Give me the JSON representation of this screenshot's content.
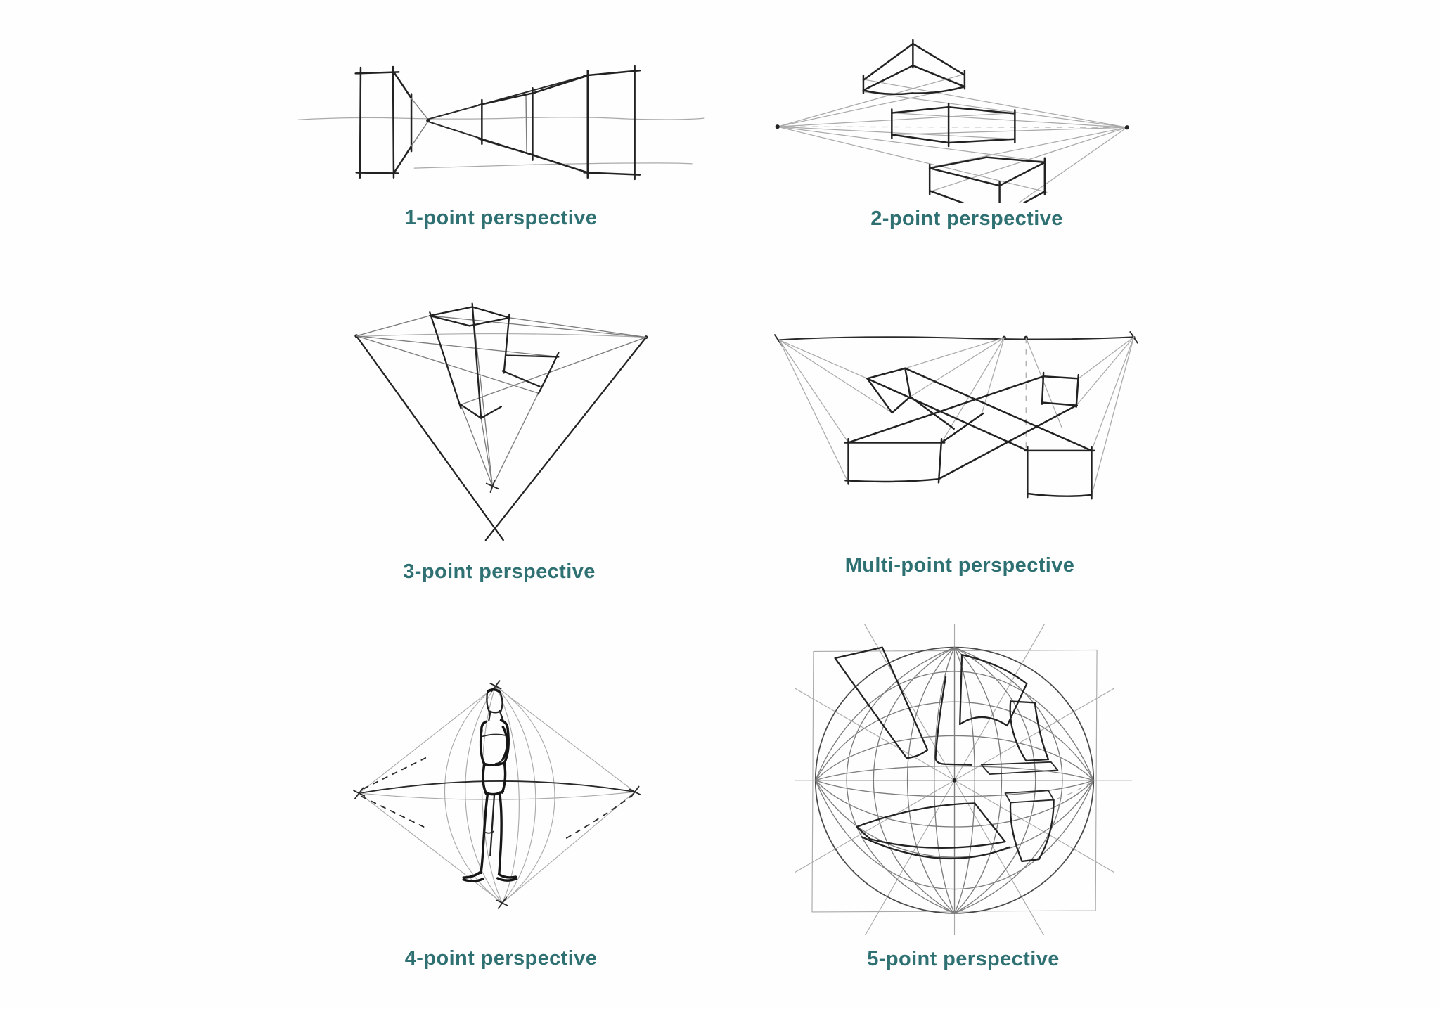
{
  "page": {
    "background": "#fefefe"
  },
  "colors": {
    "caption_teal": "#2f7173",
    "ink": "#222222",
    "construction_gray": "#aaaaaa"
  },
  "figures": [
    {
      "id": "one-point",
      "label": "1-point perspective"
    },
    {
      "id": "two-point",
      "label": "2-point perspective"
    },
    {
      "id": "three-point",
      "label": "3-point perspective"
    },
    {
      "id": "multi-point",
      "label": "Multi-point perspective"
    },
    {
      "id": "four-point",
      "label": "4-point perspective"
    },
    {
      "id": "five-point",
      "label": "5-point perspective"
    }
  ]
}
